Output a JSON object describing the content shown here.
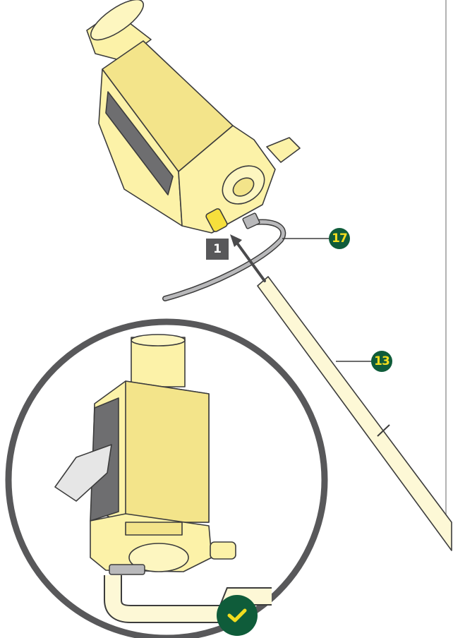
{
  "step": {
    "number": "1",
    "box_color": "#58585a",
    "text_color": "#ffffff"
  },
  "part_labels": [
    {
      "text": "17",
      "part": "cable-tie"
    },
    {
      "text": "13",
      "part": "hose"
    }
  ],
  "colors": {
    "label_fill": "#0f5c3a",
    "label_text": "#f2dd1f",
    "body_yellow": "#fcf2a8",
    "body_shade": "#f3e48a",
    "hose_cream": "#fdf8d6",
    "dark_window": "#6e6e70",
    "outline": "#3c3c3c",
    "magnifier_ring": "#58585a",
    "check_badge": "#0f5c3a",
    "check_mark": "#f2dd1f"
  },
  "icons": {
    "confirm": "check-mark-icon",
    "direction": "arrow-icon"
  }
}
